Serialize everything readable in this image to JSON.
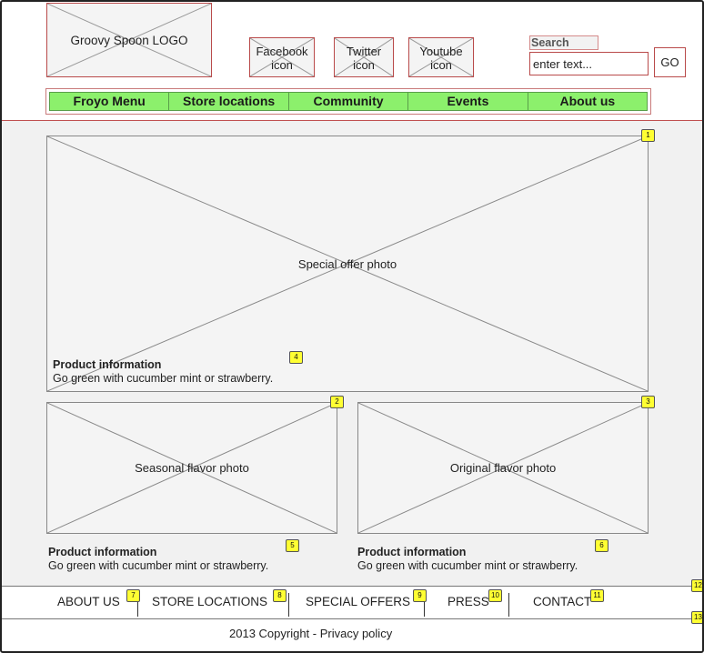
{
  "header": {
    "logo_text": "Groovy Spoon LOGO",
    "social": [
      {
        "line1": "Facebook",
        "line2": "icon"
      },
      {
        "line1": "Twitter",
        "line2": "icon"
      },
      {
        "line1": "Youtube",
        "line2": "icon"
      }
    ],
    "search": {
      "label": "Search",
      "placeholder": "enter text...",
      "button": "GO"
    }
  },
  "nav": {
    "items": [
      "Froyo Menu",
      "Store locations",
      "Community",
      "Events",
      "About us"
    ]
  },
  "main": {
    "hero_photo": "Special offer photo",
    "seasonal_photo": "Seasonal flavor photo",
    "original_photo": "Original flavor photo",
    "product_title": "Product information",
    "product_text": "Go green with cucumber mint or strawberry."
  },
  "badges": [
    "1",
    "2",
    "3",
    "4",
    "5",
    "6",
    "7",
    "8",
    "9",
    "10",
    "11",
    "12",
    "13"
  ],
  "footer": {
    "links": [
      "ABOUT US",
      "STORE LOCATIONS",
      "SPECIAL OFFERS",
      "PRESS",
      "CONTACT"
    ],
    "copyright": "2013 Copyright - Privacy policy"
  },
  "colors": {
    "nav_green": "#8cf06c",
    "border_red": "#b94a4a",
    "badge_yellow": "#ffff33"
  }
}
